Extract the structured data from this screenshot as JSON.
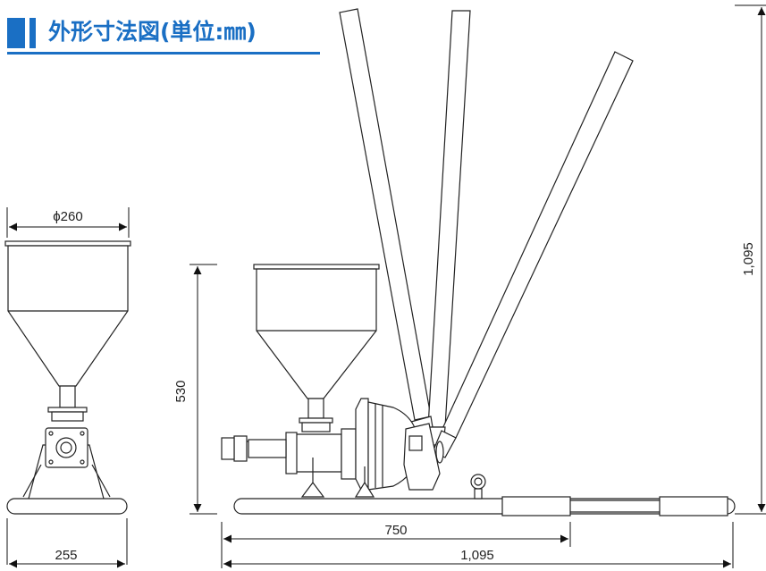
{
  "header": {
    "title": "外形寸法図(単位:㎜)",
    "accent_color": "#1a6fc4"
  },
  "dimensions": {
    "hopper_diameter": "ϕ260",
    "base_width": "255",
    "height": "530",
    "length_750": "750",
    "overall_length": "1,095",
    "overall_height": "1,095"
  }
}
